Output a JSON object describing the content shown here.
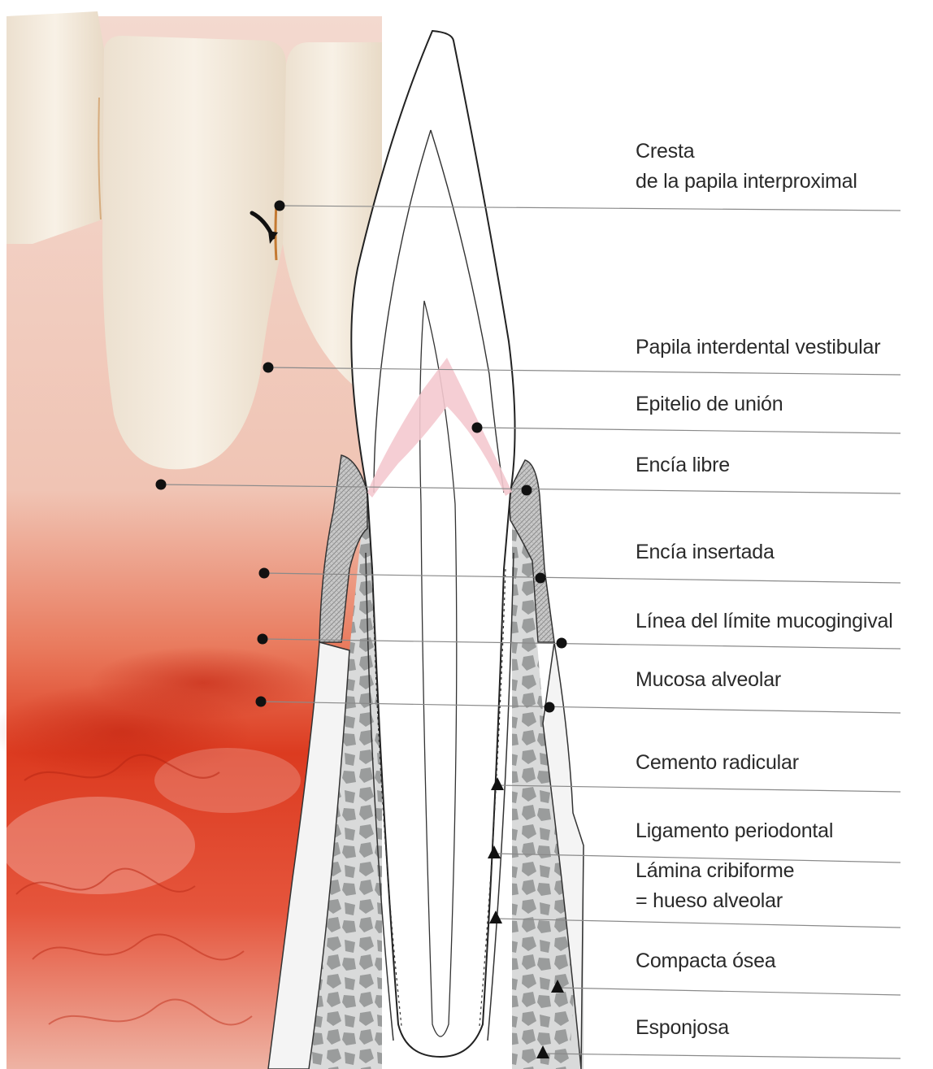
{
  "labels": {
    "cresta_line1": "Cresta",
    "cresta_line2": "de la papila interproximal",
    "papila_vestibular": "Papila interdental vestibular",
    "epitelio_union": "Epitelio de unión",
    "encia_libre": "Encía libre",
    "encia_insertada": "Encía insertada",
    "limite_mucogingival": "Línea del límite mucogingival",
    "mucosa_alveolar": "Mucosa alveolar",
    "cemento_radicular": "Cemento radicular",
    "ligamento_periodontal": "Ligamento periodontal",
    "lamina_line1": "Lámina cribiforme",
    "lamina_line2": "= hueso alveolar",
    "compacta_osea": "Compacta ósea",
    "esponjosa": "Esponjosa"
  },
  "colors": {
    "page_background": "#ffffff",
    "leader_line": "#8a8a8a",
    "marker": "#111111",
    "bone_gray": "#9a9c9c",
    "mucosa_red": "#d8351e",
    "gingiva_pink": "#f2cfc3",
    "tooth_enamel": "#f5eadb",
    "junctional_epithelium_pink": "#f4c9cf"
  },
  "icons": {
    "point_marker": "filled-circle-dot",
    "bone_marker": "filled-triangle"
  }
}
